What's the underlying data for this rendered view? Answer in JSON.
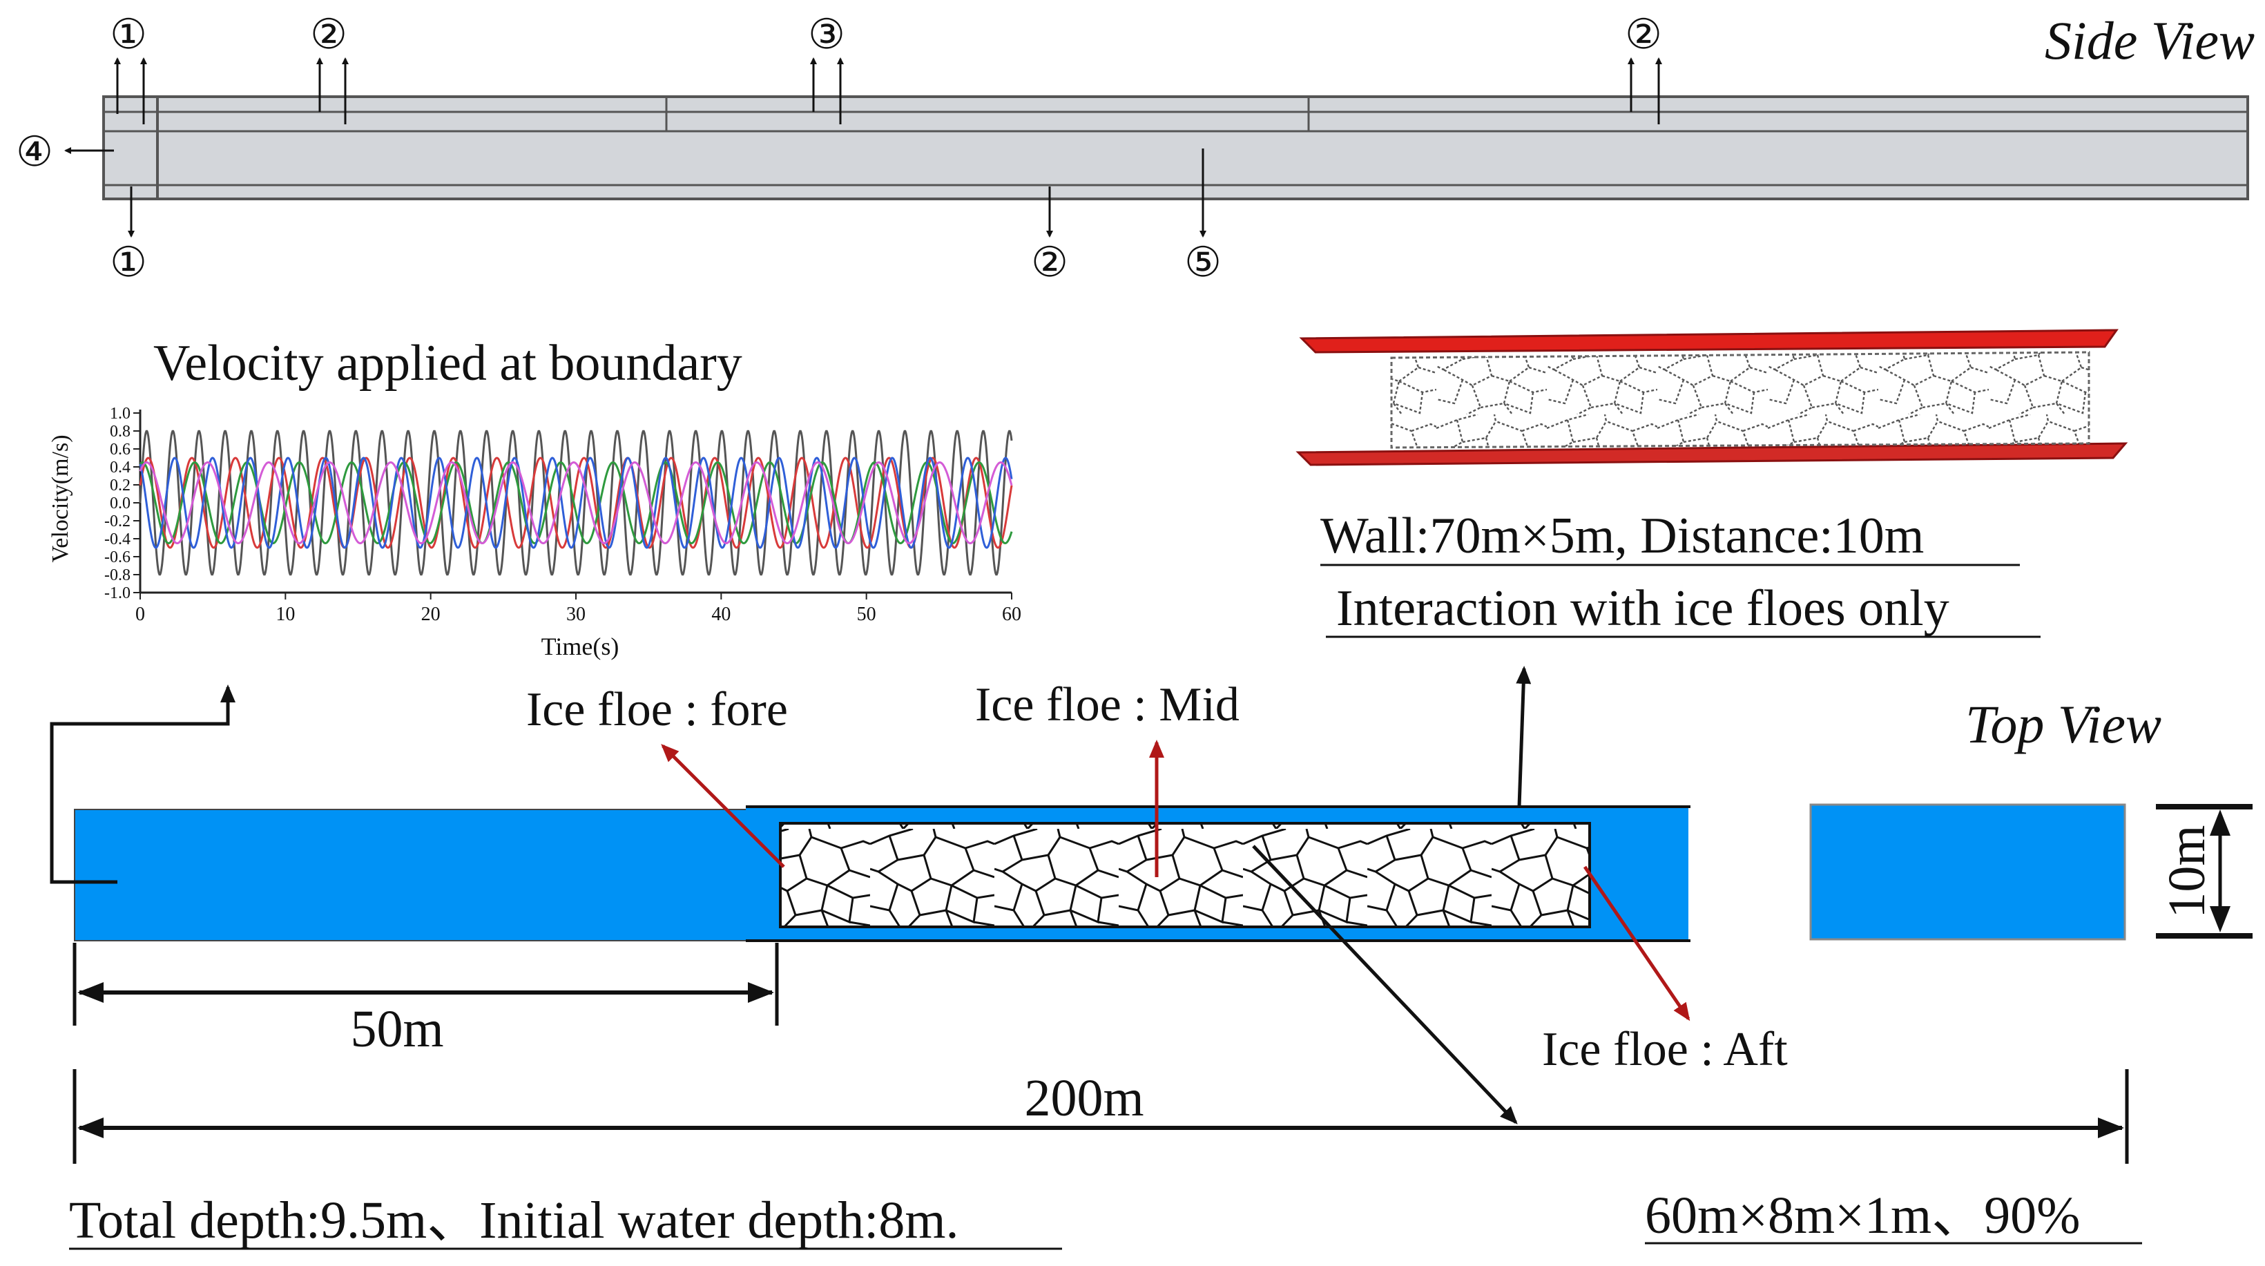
{
  "side_view": {
    "title": "Side View",
    "markers": {
      "m1_top": "①",
      "m2_top_a": "②",
      "m3_top": "③",
      "m2_top_b": "②",
      "m4_left": "④",
      "m1_bottom": "①",
      "m2_bottom": "②",
      "m5_bottom": "⑤"
    }
  },
  "velocity_chart": {
    "title": "Velocity applied at boundary",
    "chart_data": {
      "type": "line",
      "title": "Velocity applied at boundary",
      "xlabel": "Time(s)",
      "ylabel": "Velocity(m/s)",
      "xlim": [
        0,
        60
      ],
      "ylim": [
        -1.0,
        1.0
      ],
      "x_ticks": [
        0,
        10,
        20,
        30,
        40,
        50,
        60
      ],
      "y_ticks": [
        1.0,
        0.8,
        0.6,
        0.4,
        0.2,
        0.0,
        -0.2,
        -0.4,
        -0.6,
        -0.8,
        -1.0
      ],
      "x_tick_labels": [
        "0",
        "10",
        "20",
        "30",
        "40",
        "50",
        "60"
      ],
      "y_tick_labels": [
        "1.0",
        "0.8",
        "0.6",
        "0.4",
        "0.2",
        "0.0",
        "-0.2",
        "-0.4",
        "-0.6",
        "-0.8",
        "-1.0"
      ],
      "series": [
        {
          "color": "#555555",
          "amplitude": 0.8,
          "period": 1.8,
          "phase": 0.0
        },
        {
          "color": "#d83a3a",
          "amplitude": 0.5,
          "period": 3.0,
          "phase": 0.4
        },
        {
          "color": "#2e9a3e",
          "amplitude": 0.45,
          "period": 3.6,
          "phase": 1.3
        },
        {
          "color": "#2f5fd8",
          "amplitude": 0.5,
          "period": 2.6,
          "phase": 2.1
        },
        {
          "color": "#d45cd6",
          "amplitude": 0.45,
          "period": 4.2,
          "phase": 0.9
        }
      ]
    }
  },
  "wall_info": {
    "line1": "Wall:70m×5m, Distance:10m",
    "line2": "Interaction with ice floes only"
  },
  "labels": {
    "ice_fore": "Ice floe : fore",
    "ice_mid": "Ice floe : Mid",
    "ice_aft": "Ice floe : Aft",
    "top_view": "Top View",
    "width_10m": "10m",
    "dim_50m": "50m",
    "dim_200m": "200m",
    "depth_info": "Total depth:9.5m、Initial water depth:8m.",
    "floe_info": "60m×8m×1m、90%"
  },
  "colors": {
    "water": "#0092f5",
    "wall_red": "#e0201b",
    "arrow_red": "#b01818",
    "tank_gray": "#d3d6da"
  }
}
